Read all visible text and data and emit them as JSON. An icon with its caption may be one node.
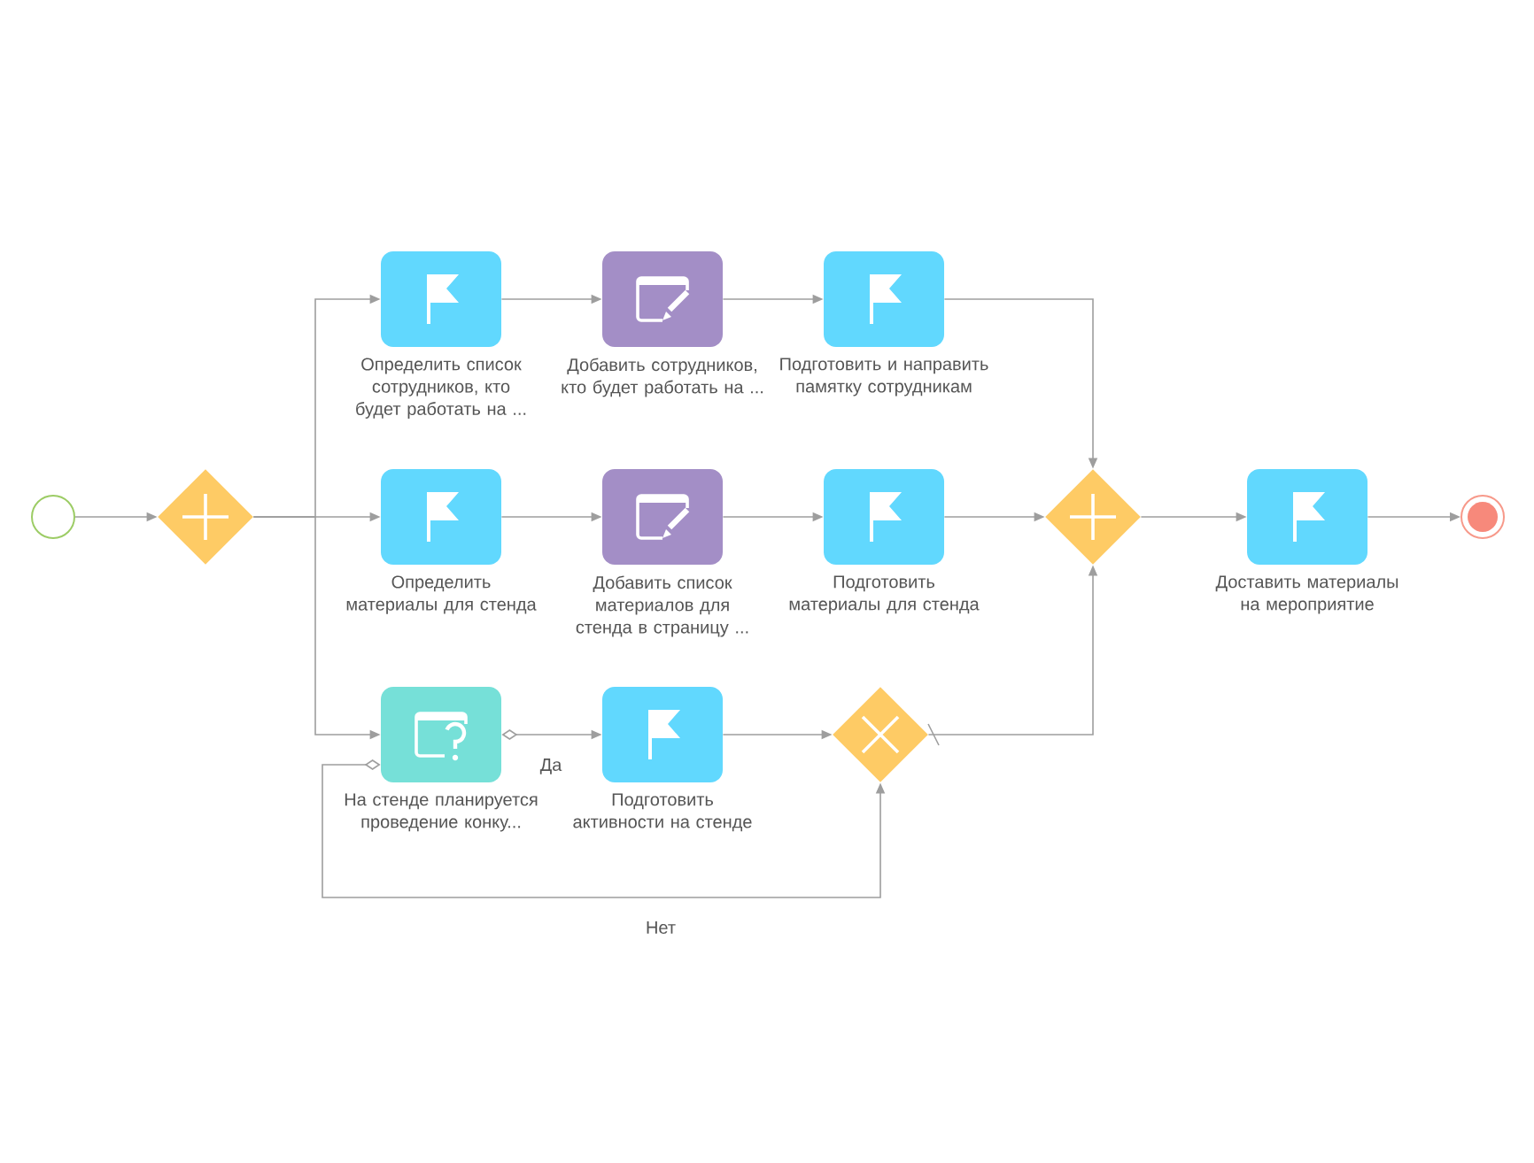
{
  "diagram": {
    "nodes": [
      {
        "text": [],
        "shape": "circle"
      },
      {
        "text": [],
        "shape": "diamond"
      },
      {
        "text": [
          "Определить список сотрудников, кто будет работать на ..."
        ]
      },
      {
        "text": [
          "Добавить сотрудников, кто будет работать на ..."
        ]
      },
      {
        "text": [
          "Подготовить и направить памятку сотрудникам"
        ]
      },
      {
        "text": [
          "Определить материалы для стенда"
        ]
      },
      {
        "text": [
          "Добавить список материалов для стенда в страницу ..."
        ]
      },
      {
        "text": [
          "Подготовить материалы для стенда"
        ]
      },
      {
        "text": [],
        "shape": "diamond"
      },
      {
        "text": [
          "Доставить материалы на мероприятие"
        ]
      },
      {
        "text": [],
        "shape": "circle"
      },
      {
        "text": [
          "На стенде планируется проведение конку..."
        ]
      },
      {
        "text": [
          "Подготовить активности на стенде"
        ]
      },
      {
        "text": [],
        "shape": "diamond"
      }
    ],
    "edges": [
      {
        "from": 0,
        "to": 1,
        "arrow": "to"
      },
      {
        "from": 1,
        "to": 2,
        "arrow": "to"
      },
      {
        "from": 1,
        "to": 5,
        "arrow": "to"
      },
      {
        "from": 1,
        "to": 11,
        "arrow": "to"
      },
      {
        "from": 2,
        "to": 3,
        "arrow": "to"
      },
      {
        "from": 3,
        "to": 4,
        "arrow": "to"
      },
      {
        "from": 4,
        "to": 8,
        "arrow": "to"
      },
      {
        "from": 5,
        "to": 6,
        "arrow": "to"
      },
      {
        "from": 6,
        "to": 7,
        "arrow": "to"
      },
      {
        "from": 7,
        "to": 8,
        "arrow": "to"
      },
      {
        "from": 8,
        "to": 9,
        "arrow": "to"
      },
      {
        "from": 9,
        "to": 10,
        "arrow": "to"
      },
      {
        "from": 11,
        "to": 12,
        "arrow": "to",
        "label": "Да"
      },
      {
        "from": 11,
        "to": 13,
        "arrow": "to",
        "label": "Нет"
      },
      {
        "from": 12,
        "to": 13,
        "arrow": "to"
      },
      {
        "from": 13,
        "to": 8,
        "arrow": "to"
      }
    ]
  }
}
